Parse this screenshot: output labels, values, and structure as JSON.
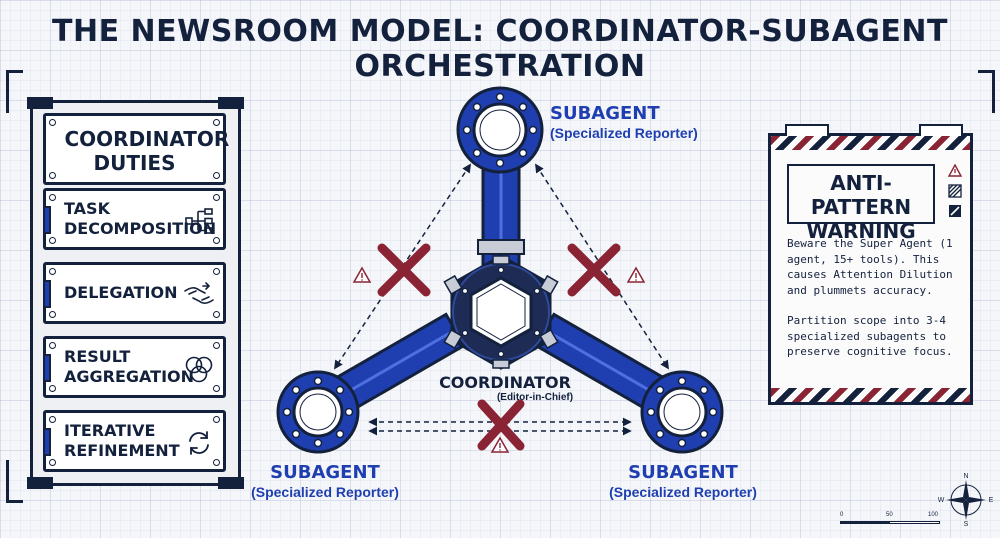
{
  "title": "THE NEWSROOM MODEL: COORDINATOR-SUBAGENT ORCHESTRATION",
  "duties": {
    "heading": "COORDINATOR DUTIES",
    "items": [
      {
        "label": "TASK DECOMPOSITION",
        "icon": "hierarchy-icon"
      },
      {
        "label": "DELEGATION",
        "icon": "handoff-icon"
      },
      {
        "label": "RESULT AGGREGATION",
        "icon": "venn-icon"
      },
      {
        "label": "ITERATIVE REFINEMENT",
        "icon": "refresh-cycle-icon"
      }
    ]
  },
  "nodes": {
    "top": {
      "title": "SUBAGENT",
      "subtitle": "(Specialized Reporter)"
    },
    "left": {
      "title": "SUBAGENT",
      "subtitle": "(Specialized Reporter)"
    },
    "right": {
      "title": "SUBAGENT",
      "subtitle": "(Specialized Reporter)"
    },
    "coordinator": {
      "title": "COORDINATOR",
      "subtitle": "(Editor-in-Chief)"
    }
  },
  "warning": {
    "heading": "ANTI-PATTERN WARNING",
    "paragraph1": "Beware the Super Agent (1 agent, 15+ tools). This causes Attention Dilution and plummets accuracy.",
    "paragraph2": "Partition scope into 3-4 specialized subagents to preserve cognitive focus."
  },
  "scale": {
    "labels": [
      "0",
      "50",
      "100"
    ]
  },
  "compass": {
    "n": "N",
    "s": "S",
    "e": "E",
    "w": "W"
  },
  "colors": {
    "navy": "#14213d",
    "blue": "#1f3fb0",
    "red_x": "#8a2434",
    "warning_stripe": "#8a2434"
  }
}
